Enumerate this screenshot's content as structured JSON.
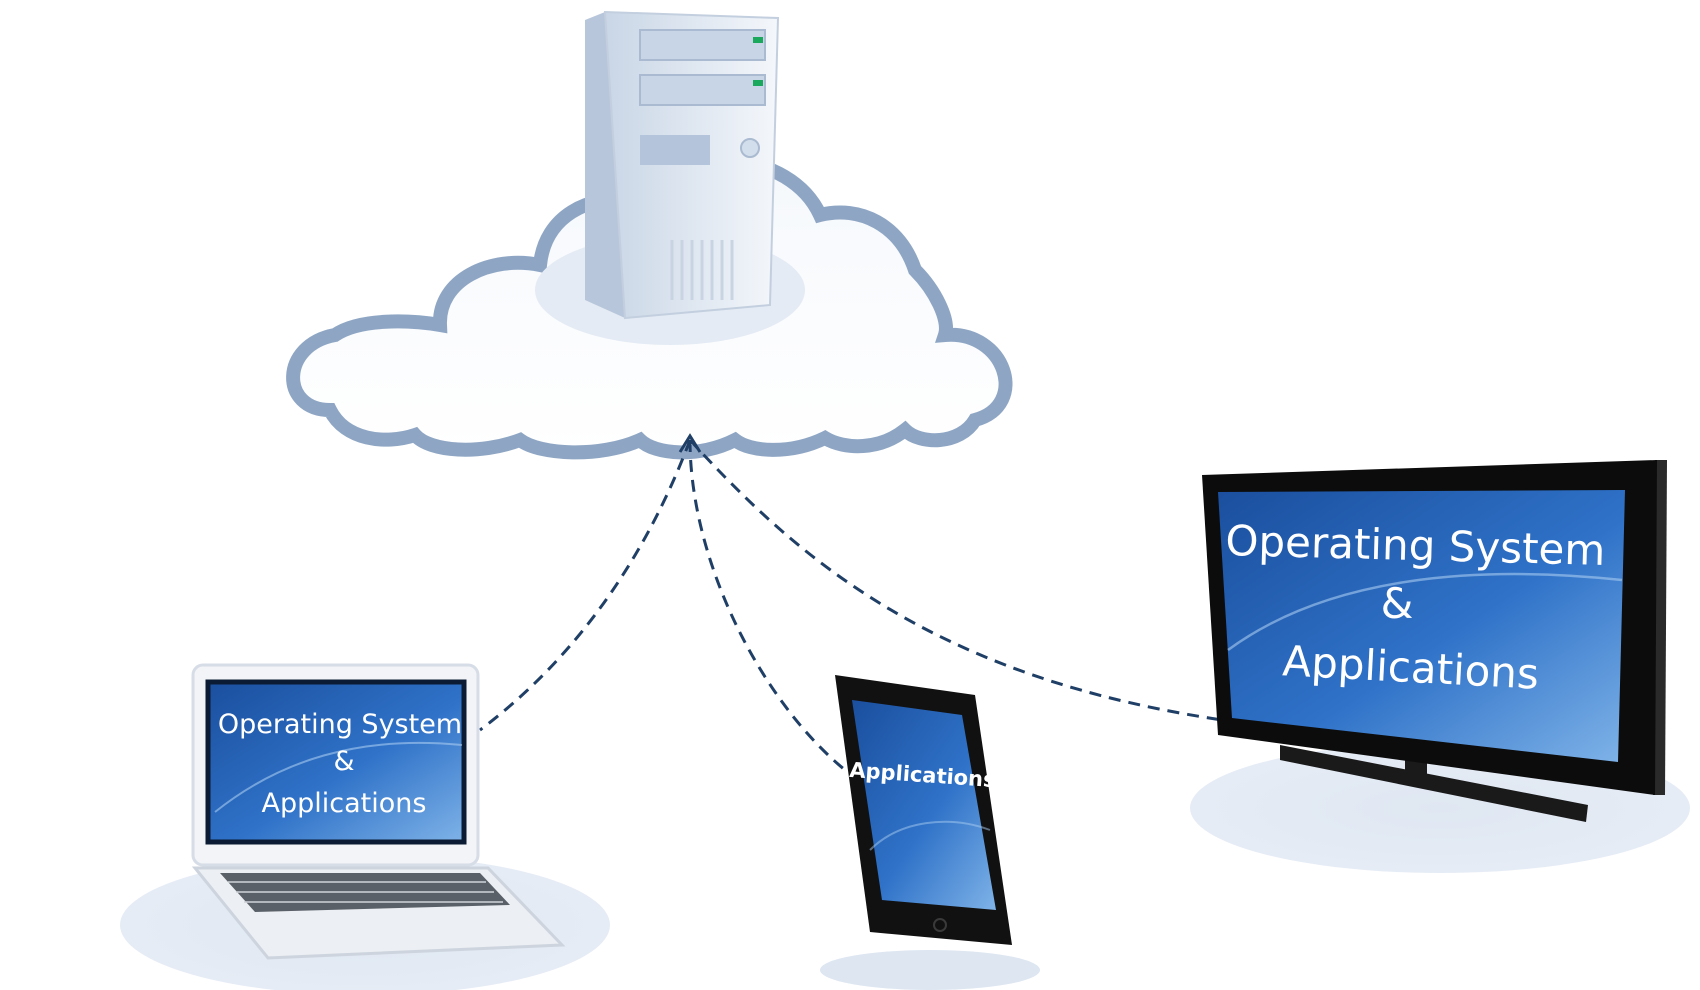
{
  "diagram": {
    "laptop": {
      "line1": "Operating System",
      "line2": "&",
      "line3": "Applications"
    },
    "tablet": {
      "line1": "Applications"
    },
    "tv": {
      "line1": "Operating System",
      "line2": "&",
      "line3": "Applications"
    }
  },
  "colors": {
    "cloud_outline": "#8aa3c2",
    "screen_blue": "#2f6fc4",
    "connector": "#1f3f66",
    "shadow": "#dde6f1"
  }
}
